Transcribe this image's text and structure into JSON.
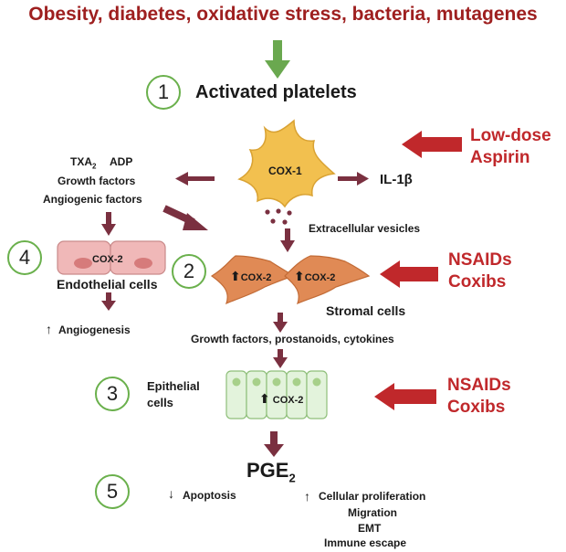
{
  "title": "Obesity, diabetes, oxidative stress, bacteria, mutagenes",
  "steps": {
    "s1": {
      "num": "1",
      "label": "Activated platelets"
    },
    "s2": {
      "num": "2"
    },
    "s3": {
      "num": "3",
      "label_line1": "Epithelial",
      "label_line2": "cells"
    },
    "s4": {
      "num": "4"
    },
    "s5": {
      "num": "5"
    }
  },
  "platelet": {
    "enzyme": "COX-1",
    "output": "IL-1β",
    "vesicles": "Extracellular vesicles"
  },
  "mediators": {
    "txa": "TXA",
    "txa_sub": "2",
    "adp": "ADP",
    "growth": "Growth factors",
    "angiogenic": "Angiogenic factors"
  },
  "endothelial": {
    "enzyme": "COX-2",
    "label": "Endothelial cells",
    "effect_arrow": "↑",
    "effect": "Angiogenesis"
  },
  "stromal": {
    "enzyme1": "COX-2",
    "enzyme2": "COX-2",
    "label": "Stromal cells",
    "output": "Growth factors, prostanoids, cytokines"
  },
  "epithelial": {
    "enzyme": "COX-2"
  },
  "pge": {
    "main": "PGE",
    "sub": "2"
  },
  "effects": {
    "down_arrow": "↓",
    "apoptosis": "Apoptosis",
    "up_arrow": "↑",
    "proliferation": "Cellular proliferation",
    "migration": "Migration",
    "emt": "EMT",
    "immune": "Immune escape"
  },
  "drugs": {
    "aspirin_line1": "Low-dose",
    "aspirin_line2": "Aspirin",
    "nsaids1_line1": "NSAIDs",
    "nsaids1_line2": "Coxibs",
    "nsaids2_line1": "NSAIDs",
    "nsaids2_line2": "Coxibs"
  },
  "colors": {
    "title": "#9e1f1f",
    "drug": "#c0282b",
    "arrow": "#7a3040",
    "green_arrow": "#6aa84f",
    "circle": "#6ab04c",
    "platelet": "#f2c04f",
    "stromal": "#e08a55",
    "endothelial": "#f0b8b8",
    "epithelial": "#e3f3dc"
  }
}
